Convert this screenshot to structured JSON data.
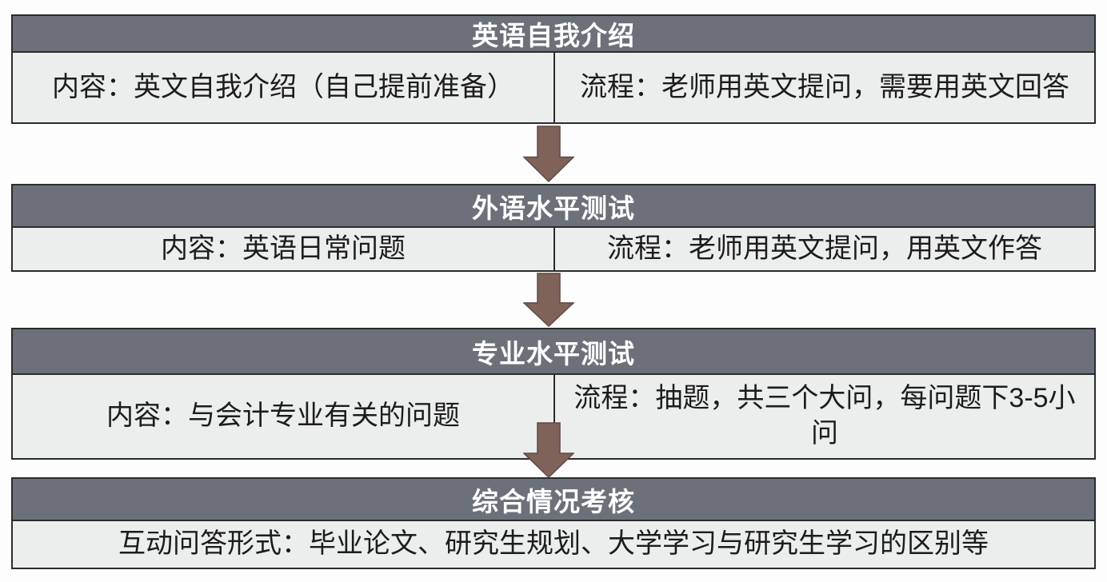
{
  "colors": {
    "header_bg": "#6c7179",
    "header_text": "#ffffff",
    "cell_bg": "#eceded",
    "cell_text": "#1c1c1c",
    "border": "#2b2b2b",
    "arrow_fill": "#7f625a",
    "arrow_outline": "#5f4a43"
  },
  "icons": {
    "down_arrow": "block down-arrow connector"
  },
  "flowchart": {
    "steps": [
      {
        "title": "英语自我介绍",
        "cells": [
          {
            "text": "内容：英文自我介绍（自己提前准备）"
          },
          {
            "text": "流程：老师用英文提问，需要用英文回答"
          }
        ]
      },
      {
        "title": "外语水平测试",
        "cells": [
          {
            "text": "内容：英语日常问题"
          },
          {
            "text": "流程：老师用英文提问，用英文作答"
          }
        ]
      },
      {
        "title": "专业水平测试",
        "cells": [
          {
            "text": "内容：与会计专业有关的问题"
          },
          {
            "text": "流程：抽题，共三个大问，每问题下3-5小问"
          }
        ]
      },
      {
        "title": "综合情况考核",
        "cells": [
          {
            "text": "互动问答形式：毕业论文、研究生规划、大学学习与研究生学习的区别等"
          }
        ]
      }
    ]
  }
}
